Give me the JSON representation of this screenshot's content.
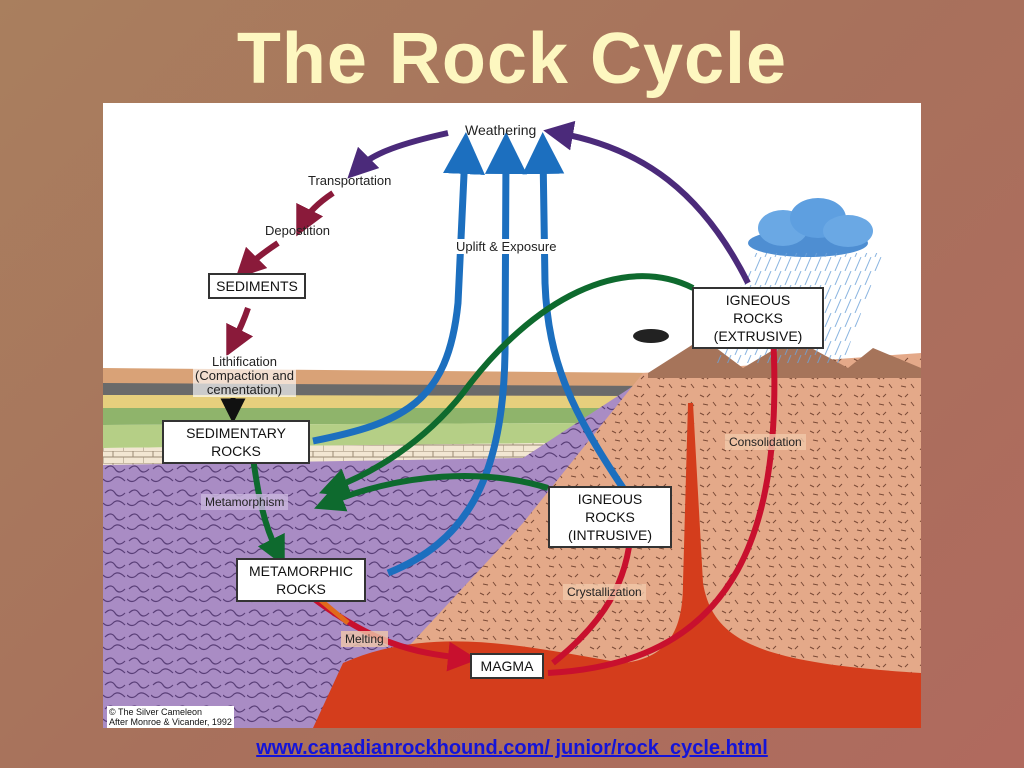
{
  "title": "The Rock Cycle",
  "footer_link": "www.canadianrockhound.com/ junior/rock_cycle.html",
  "diagram": {
    "labels": {
      "weathering": "Weathering",
      "transportation": "Transportation",
      "deposition": "Depostition",
      "uplift": "Uplift & Exposure",
      "lithification": [
        "Lithification",
        "(Compaction and",
        "cementation)"
      ],
      "metamorphism": "Metamorphism",
      "melting": "Melting",
      "crystallization": "Crystallization",
      "consolidation": "Consolidation"
    },
    "boxes": {
      "sediments": "SEDIMENTS",
      "sedimentary_rocks": [
        "SEDIMENTARY",
        "ROCKS"
      ],
      "metamorphic_rocks": [
        "METAMORPHIC",
        "ROCKS"
      ],
      "magma": "MAGMA",
      "igneous_intrusive": [
        "IGNEOUS ROCKS",
        "(INTRUSIVE)"
      ],
      "igneous_extrusive": [
        "IGNEOUS ROCKS",
        "(EXTRUSIVE)"
      ]
    },
    "credit": [
      "© The Silver Cameleon",
      "After Monroe & Vicander, 1992"
    ]
  },
  "colors": {
    "title": "#fdf7c0",
    "link": "#1414d8",
    "uplift_blue": "#1c6fbf",
    "metamorphism_green": "#0e6a2e",
    "melting_red": "#c8102e",
    "weathering_purple": "#4b2a7a",
    "transport_maroon": "#8a1a3a"
  }
}
